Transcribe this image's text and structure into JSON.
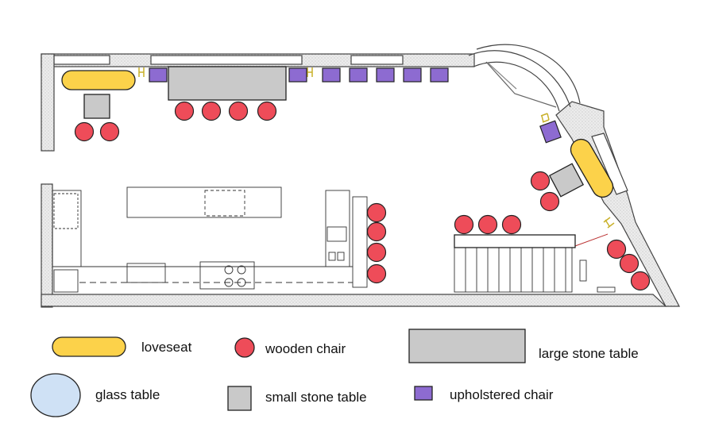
{
  "colors": {
    "loveseat": "#fcd24a",
    "wooden_chair": "#ee4c59",
    "upholstered_chair": "#8d6bd1",
    "stone_table": "#c9c9c9",
    "glass_table": "#cfe1f5",
    "wall_fill": "#e8e8e8",
    "outline": "#222222"
  },
  "legend": [
    {
      "key": "loveseat",
      "label": "loveseat"
    },
    {
      "key": "wooden_chair",
      "label": "wooden chair"
    },
    {
      "key": "large_stone_table",
      "label": "large stone table"
    },
    {
      "key": "glass_table",
      "label": "glass table"
    },
    {
      "key": "small_stone_table",
      "label": "small stone table"
    },
    {
      "key": "upholstered_chair",
      "label": "upholstered chair"
    }
  ]
}
